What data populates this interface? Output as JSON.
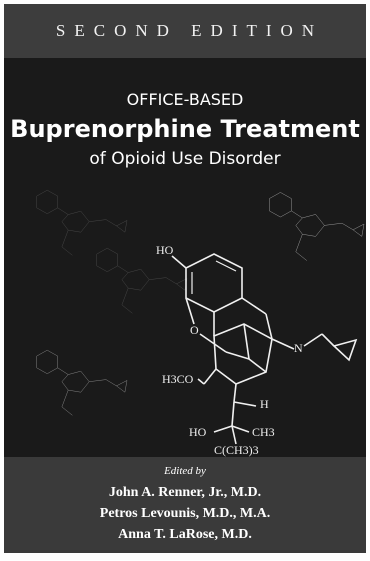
{
  "cover": {
    "edition": "SECOND EDITION",
    "title_line1": "OFFICE-BASED",
    "title_line2": "Buprenorphine Treatment",
    "title_line3": "of Opioid Use Disorder",
    "edited_by": "Edited by",
    "authors": [
      "John A. Renner, Jr., M.D.",
      "Petros Levounis, M.D., M.A.",
      "Anna T. LaRose, M.D."
    ]
  },
  "molecule_labels": {
    "hydroxyl": "HO",
    "oxygen": "O",
    "nitrogen": "N",
    "methoxy": "H3CO",
    "hydrogen": "H",
    "methyl": "CH3",
    "tert_butyl": "C(CH3)3"
  },
  "colors": {
    "background": "#1a1a1a",
    "band": "#3d3d3d",
    "text": "#ffffff"
  }
}
